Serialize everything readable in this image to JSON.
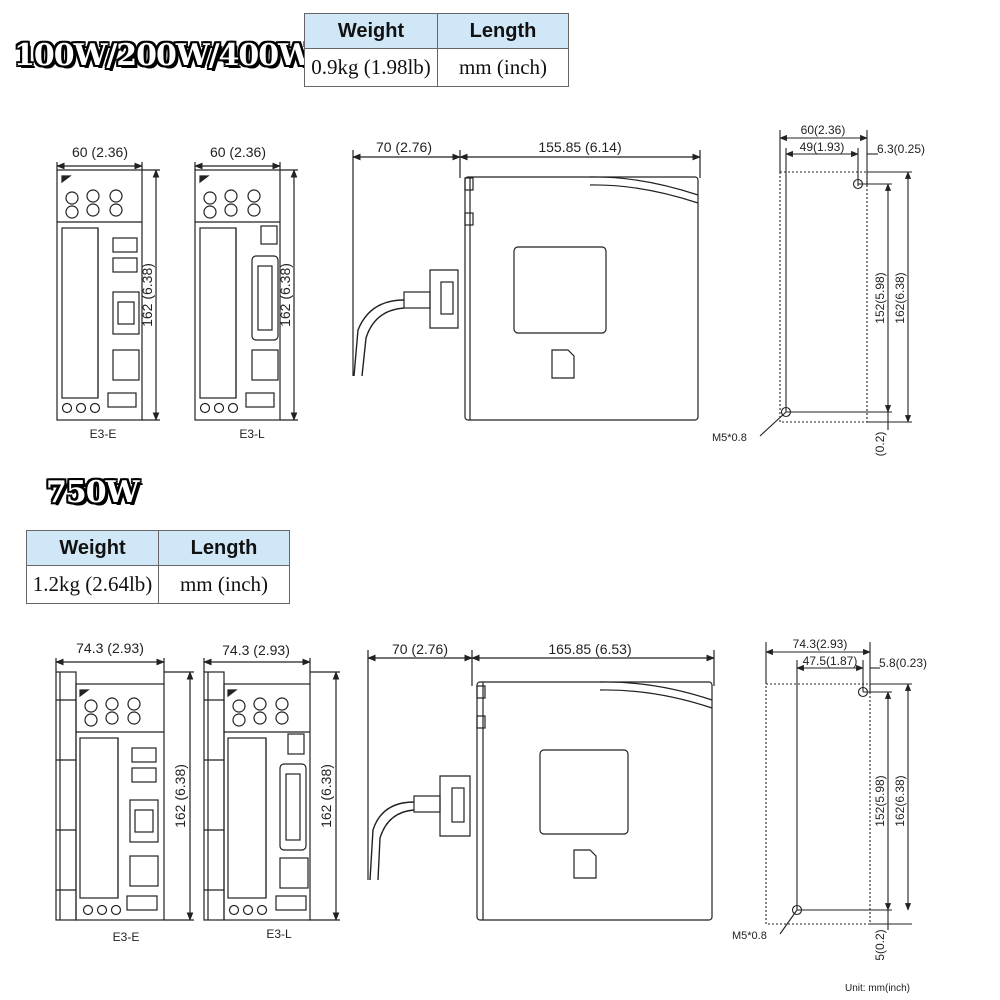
{
  "headings": {
    "small": "100W/200W/400W",
    "large": "750W"
  },
  "table_small": {
    "weight_header": "Weight",
    "length_header": "Length",
    "weight_value": "0.9kg (1.98lb)",
    "length_value": "mm (inch)"
  },
  "table_large": {
    "weight_header": "Weight",
    "length_header": "Length",
    "weight_value": "1.2kg (2.64lb)",
    "length_value": "mm (inch)"
  },
  "small": {
    "front_e_width": "60 (2.36)",
    "front_l_width": "60 (2.36)",
    "front_e_height": "162 (6.38)",
    "front_l_height": "162 (6.38)",
    "label_e": "E3-E",
    "label_l": "E3-L",
    "side_cable": "70 (2.76)",
    "side_depth": "155.85 (6.14)",
    "mount_width": "60(2.36)",
    "mount_hole_spacing": "49(1.93)",
    "mount_edge_offset": "6.3(0.25)",
    "mount_hole_height": "152(5.98)",
    "mount_total_height": "162(6.38)",
    "mount_bottom_offset": "(0.2)",
    "mount_screw": "M5*0.8"
  },
  "large": {
    "front_e_width": "74.3 (2.93)",
    "front_l_width": "74.3 (2.93)",
    "front_e_height": "162 (6.38)",
    "front_l_height": "162 (6.38)",
    "label_e": "E3-E",
    "label_l": "E3-L",
    "side_cable": "70 (2.76)",
    "side_depth": "165.85 (6.53)",
    "mount_width": "74.3(2.93)",
    "mount_hole_spacing": "47.5(1.87)",
    "mount_edge_offset": "5.8(0.23)",
    "mount_hole_height": "152(5.98)",
    "mount_total_height": "162(6.38)",
    "mount_bottom_offset": "5(0.2)",
    "mount_screw": "M5*0.8"
  },
  "unit_note": "Unit: mm(inch)"
}
